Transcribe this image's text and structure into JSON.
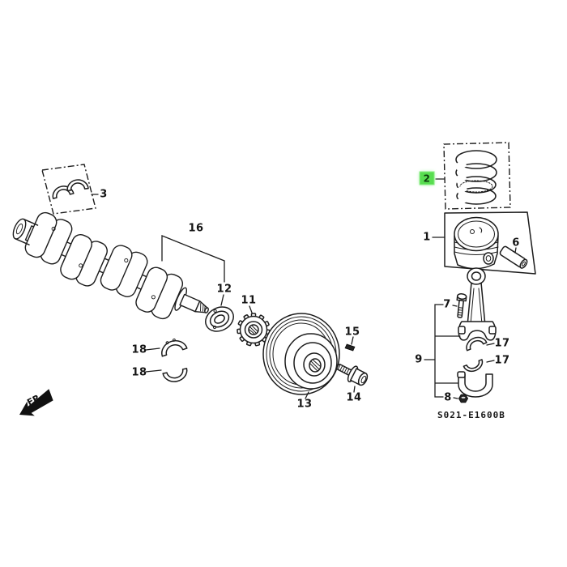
{
  "diagram": {
    "code": "S021-E1600B",
    "front_marker": "FR.",
    "selected_callout": "2",
    "colors": {
      "background": "#ffffff",
      "line": "#1c1c1c",
      "highlight_bg": "#58dd50",
      "highlight_text": "#0c3f0c"
    }
  },
  "callouts": {
    "n1": "1",
    "n2": "2",
    "n3": "3",
    "n6": "6",
    "n7": "7",
    "n8": "8",
    "n9": "9",
    "n11": "11",
    "n12": "12",
    "n13": "13",
    "n14": "14",
    "n15": "15",
    "n16": "16",
    "n17a": "17",
    "n17b": "17",
    "n18a": "18",
    "n18b": "18"
  }
}
